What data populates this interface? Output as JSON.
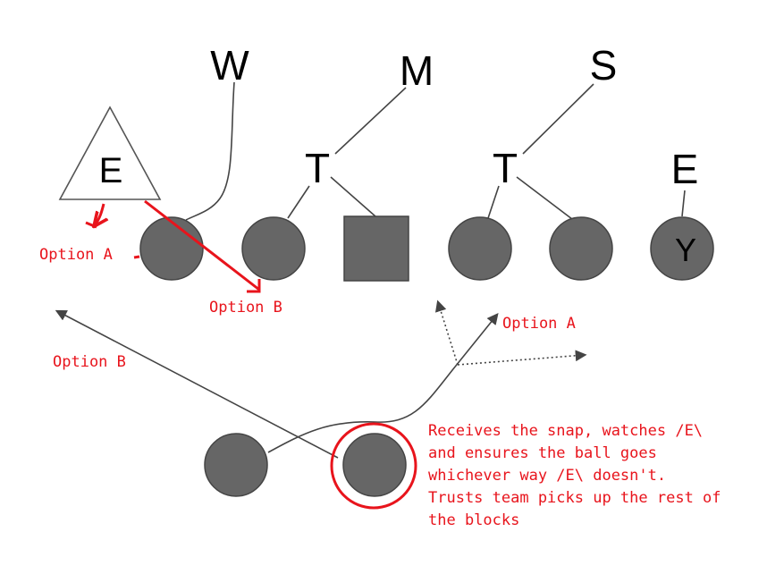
{
  "colors": {
    "player": "#666666",
    "line": "#444444",
    "annotation": "#e8141c",
    "background": "#ffffff"
  },
  "defense": {
    "left_end": "E",
    "weak_lb": "W",
    "mike_lb": "M",
    "strong_lb": "S",
    "tackle_left": "T",
    "tackle_right": "T",
    "right_end": "E"
  },
  "offense": {
    "tight_end_label": "Y"
  },
  "annotations": {
    "end_option_a": "Option A",
    "end_option_b": "Option B",
    "back_option_a": "Option A",
    "back_option_b": "Option B",
    "qb_note": [
      "Receives the snap, watches /E\\",
      "and ensures the ball goes",
      "whichever way /E\\ doesn't.",
      "Trusts team picks up the rest of",
      "the blocks"
    ]
  }
}
